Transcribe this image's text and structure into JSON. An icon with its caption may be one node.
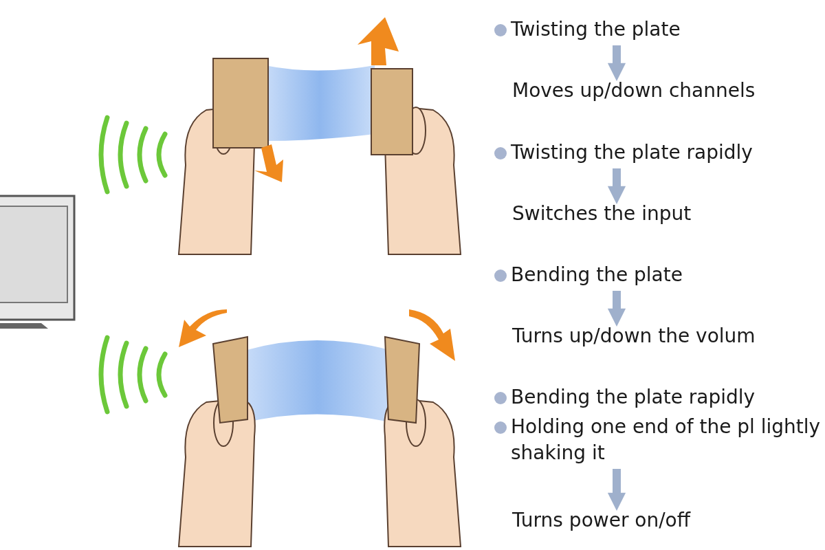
{
  "diagram": {
    "nodes": [
      {
        "text": [
          "Twisting the plate"
        ]
      },
      {
        "text": [
          "Moves up/down channels"
        ]
      },
      {
        "text": [
          "Twisting the plate rapidly"
        ]
      },
      {
        "text": [
          "Switches the input"
        ]
      },
      {
        "text": [
          "Bending the plate"
        ]
      },
      {
        "text": [
          "Turns up/down the volum"
        ]
      },
      {
        "text": [
          "Bending the plate rapidly"
        ]
      },
      {
        "text": [
          "Holding one end of the pl lightly shaking it"
        ]
      },
      {
        "text": [
          "Turns power on/off"
        ]
      }
    ],
    "edges": [
      {
        "from": 0,
        "to": 1,
        "arrow": "to"
      },
      {
        "from": 2,
        "to": 3,
        "arrow": "to"
      },
      {
        "from": 4,
        "to": 5,
        "arrow": "to"
      },
      {
        "from": 7,
        "to": 8,
        "arrow": "to"
      }
    ]
  }
}
